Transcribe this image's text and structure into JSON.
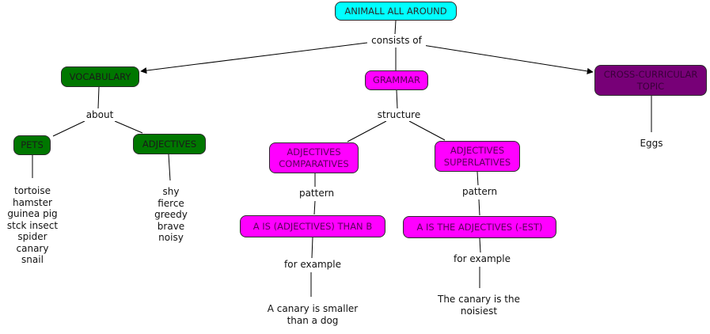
{
  "colors": {
    "root": "#00ffff",
    "vocabulary_branch": "#007700",
    "grammar_branch": "#ff00ff",
    "cross_curricular": "#770077",
    "line": "#000000"
  },
  "nodes": {
    "root": "ANIMALL ALL AROUND",
    "vocabulary": "VOCABULARY",
    "grammar": "GRAMMAR",
    "cross_curricular": "CROSS-CURRICULAR\nTOPIC",
    "pets": "PETS",
    "adjectives": "ADJECTIVES",
    "comparatives": "ADJECTIVES\nCOMPARATIVES",
    "superlatives": "ADJECTIVES\nSUPERLATIVES",
    "comparative_pattern": "A IS (ADJECTIVES) THAN B",
    "superlative_pattern": "A IS THE ADJECTIVES (-EST)"
  },
  "link_labels": {
    "consists_of": "consists of",
    "about": "about",
    "structure": "structure",
    "pattern_left": "pattern",
    "pattern_right": "pattern",
    "for_example_left": "for example",
    "for_example_right": "for example"
  },
  "leaves": {
    "pets_list": "tortoise\nhamster\nguinea pig\nstck insect\nspider\ncanary\nsnail",
    "adjectives_list": "shy\nfierce\ngreedy\nbrave\nnoisy",
    "comparative_example": "A canary is smaller\nthan a dog",
    "superlative_example": "The canary is the\nnoisiest",
    "cross_curricular_topic": "Eggs"
  }
}
